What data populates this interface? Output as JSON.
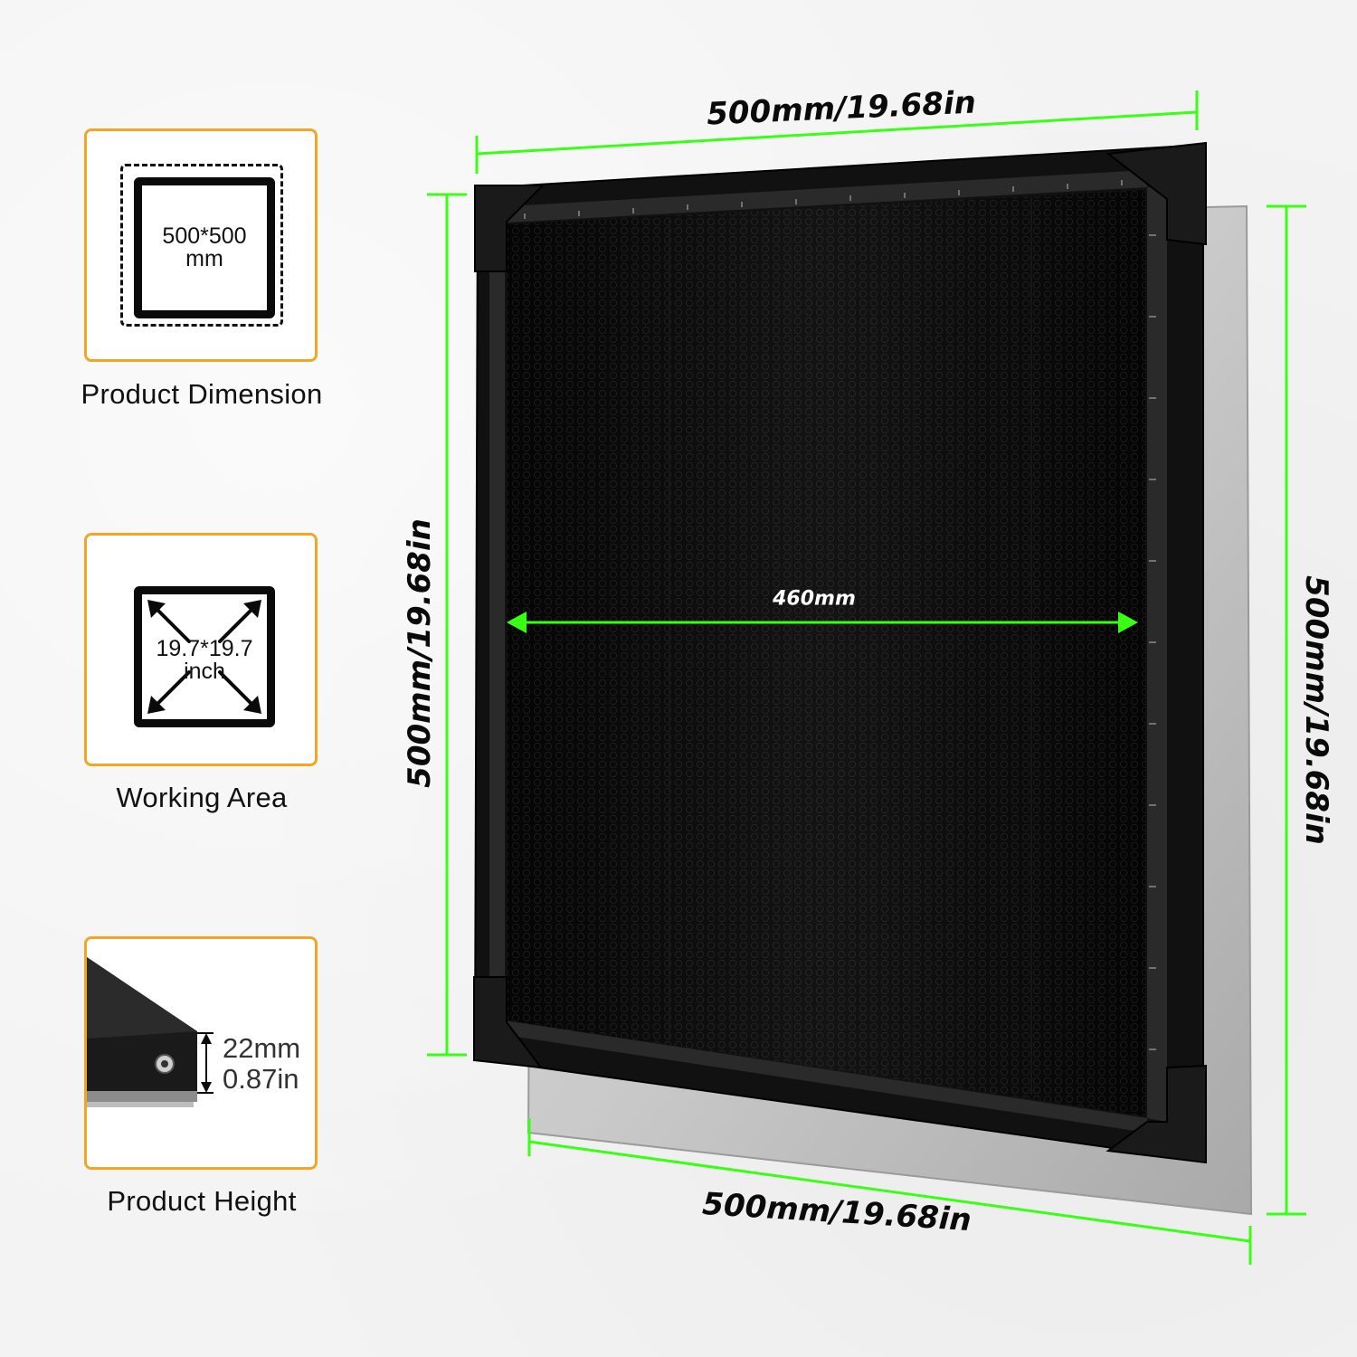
{
  "features": [
    {
      "label": "Product Dimension",
      "icon": "dashed-square-dimension-icon",
      "icon_text_line1": "500*500",
      "icon_text_line2": "mm"
    },
    {
      "label": "Working Area",
      "icon": "expand-arrows-square-icon",
      "icon_text_line1": "19.7*19.7",
      "icon_text_line2": "inch"
    },
    {
      "label": "Product Height",
      "height_mm": "22mm",
      "height_in": "0.87in"
    }
  ],
  "dimensions": {
    "top_width": "500mm/19.68in",
    "bottom_width": "500mm/19.68in",
    "left_height": "500mm/19.68in",
    "right_height": "500mm/19.68in",
    "inner_width": "460mm"
  },
  "colors": {
    "accent_orange": "#f2a623",
    "measure_green": "#39ff14",
    "panel_black": "#0b0b0b"
  }
}
